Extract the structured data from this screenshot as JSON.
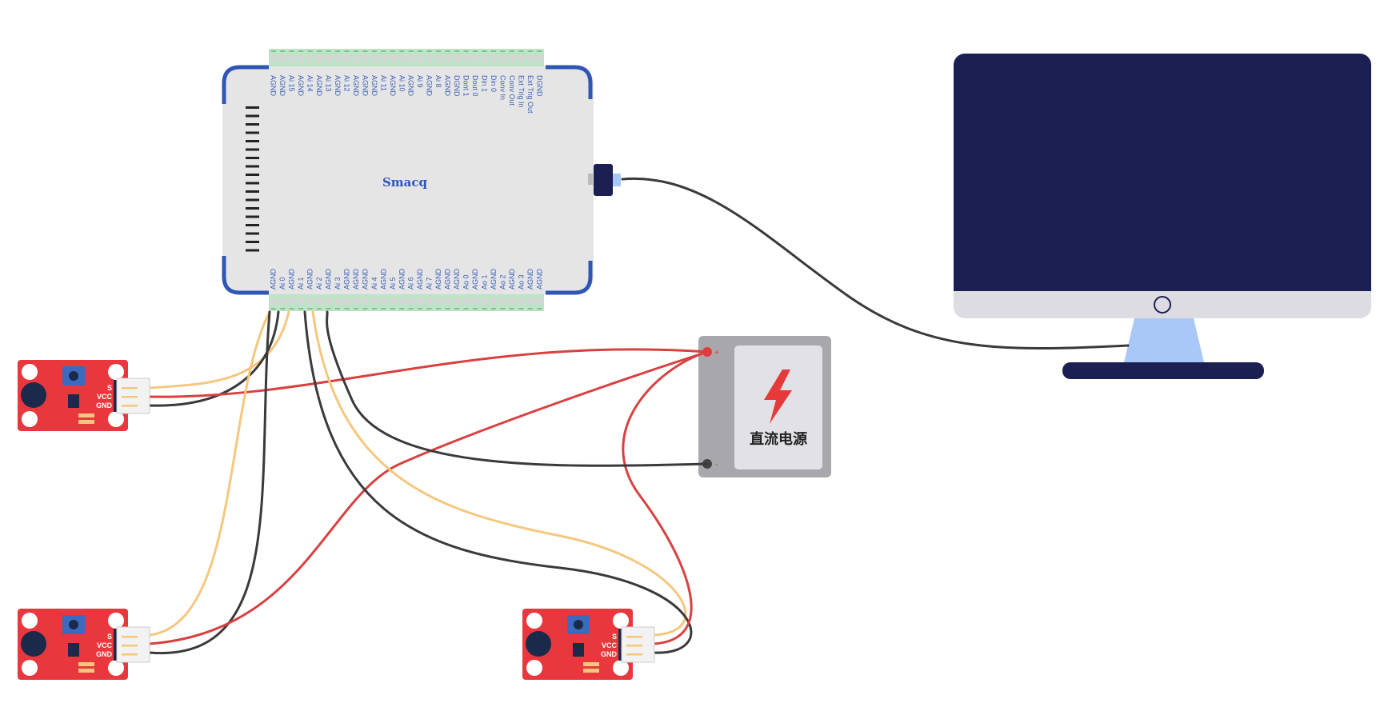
{
  "daq": {
    "logo": "Smacq",
    "top_pins": [
      "AGND",
      "AGND",
      "Ai 15",
      "AGND",
      "Ai 14",
      "AGND",
      "Ai 13",
      "AGND",
      "Ai 12",
      "AGND",
      "AGND",
      "AGND",
      "Ai 11",
      "AGND",
      "Ai 10",
      "AGND",
      "Ai 9",
      "AGND",
      "Ai 8",
      "AGND",
      "DGND",
      "Dont 1",
      "Dout 0",
      "Din 1",
      "Din 0",
      "Conv In",
      "Conv Out",
      "Ext Trig In",
      "Ext Trig Out",
      "DGND"
    ],
    "bottom_pins": [
      "AGND",
      "Ai 0",
      "AGND",
      "Ai 1",
      "AGND",
      "Ai 2",
      "AGND",
      "Ai 3",
      "AGND",
      "AGND",
      "AGND",
      "Ai 4",
      "AGND",
      "Ai 5",
      "AGND",
      "Ai 6",
      "AGND",
      "Ai 7",
      "AGND",
      "AGND",
      "AGND",
      "Ao 0",
      "AGND",
      "Ao 1",
      "AGND",
      "Ao 2",
      "AGND",
      "Ao 3",
      "AGND",
      "AGND"
    ]
  },
  "power_supply": {
    "label": "直流电源",
    "plus": "+",
    "minus": "-",
    "icon": "lightning-icon"
  },
  "sensors": [
    {
      "pins": [
        "S",
        "VCC",
        "GND"
      ]
    },
    {
      "pins": [
        "S",
        "VCC",
        "GND"
      ]
    },
    {
      "pins": [
        "S",
        "VCC",
        "GND"
      ]
    }
  ],
  "colors": {
    "wire_signal": "#f5c77e",
    "wire_power": "#d94040",
    "wire_ground": "#3a3a3a",
    "board_accent": "#2f55b5",
    "terminal": "#bfe3c6",
    "sensor_board": "#e8383d",
    "monitor_screen": "#1b1f52",
    "monitor_stand": "#a9c8f7"
  }
}
